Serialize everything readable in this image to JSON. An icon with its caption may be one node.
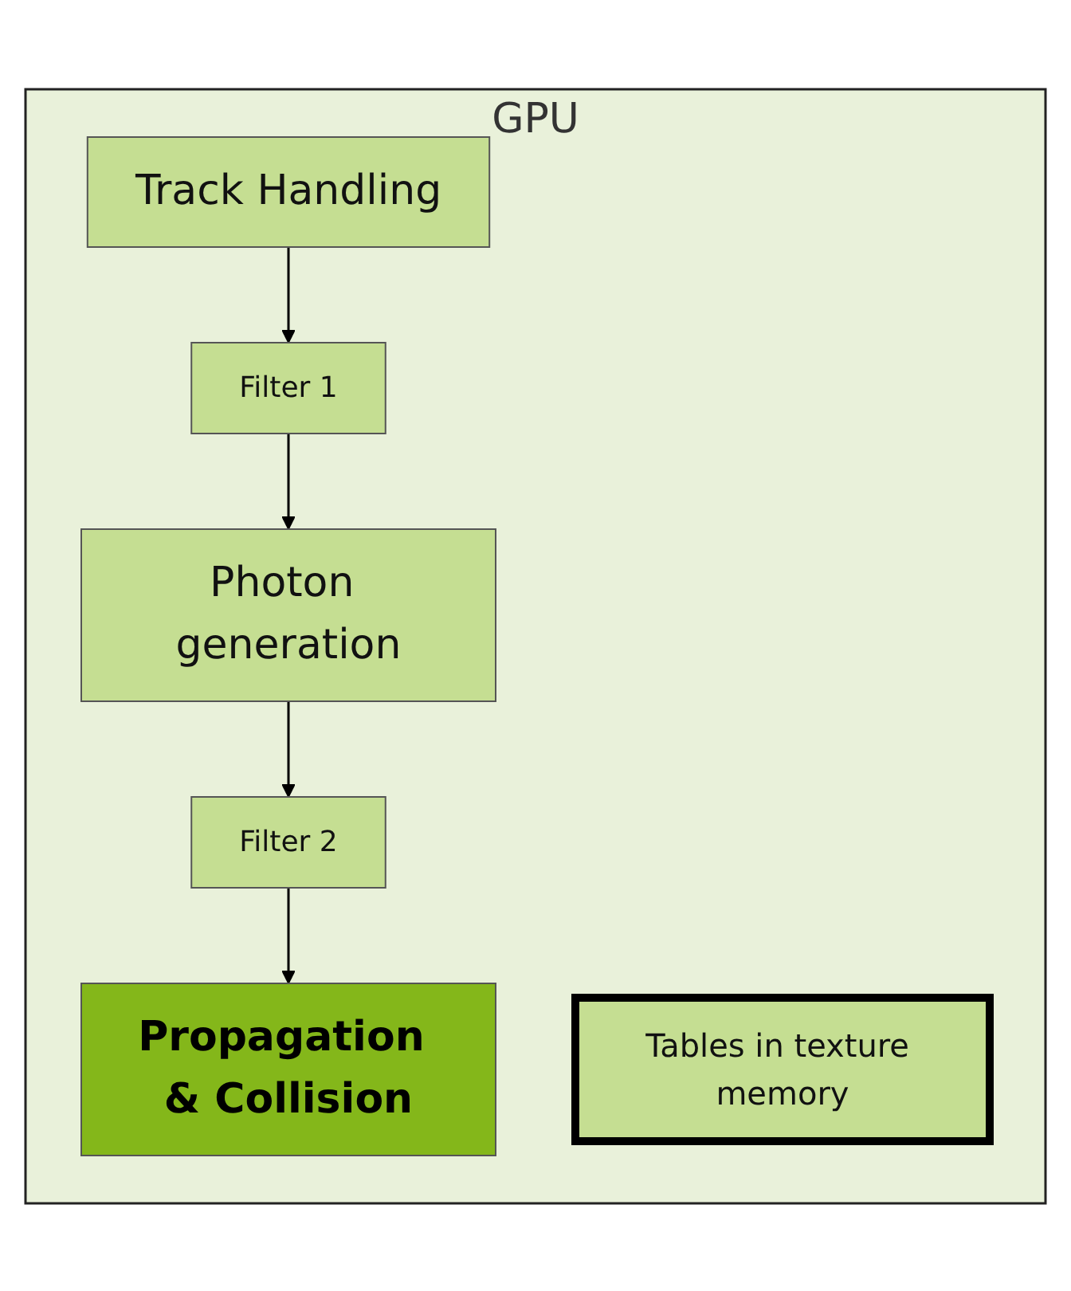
{
  "diagram": {
    "nodes": [
      {
        "text": [
          "GPU"
        ]
      },
      {
        "text": [
          "Track Handling"
        ],
        "in": 0
      },
      {
        "text": [
          "Filter 1"
        ],
        "in": 0
      },
      {
        "text": [
          "Photon generation"
        ],
        "in": 0
      },
      {
        "text": [
          "Filter 2"
        ],
        "in": 0
      },
      {
        "text": [
          "Propagation & Collision"
        ],
        "in": 0
      },
      {
        "text": [
          "Tables in texture memory"
        ],
        "in": 0
      }
    ],
    "edges": [
      {
        "from": 1,
        "to": 2,
        "arrow": "to"
      },
      {
        "from": 2,
        "to": 3,
        "arrow": "to"
      },
      {
        "from": 3,
        "to": 4,
        "arrow": "to"
      },
      {
        "from": 4,
        "to": 5,
        "arrow": "to"
      }
    ]
  }
}
